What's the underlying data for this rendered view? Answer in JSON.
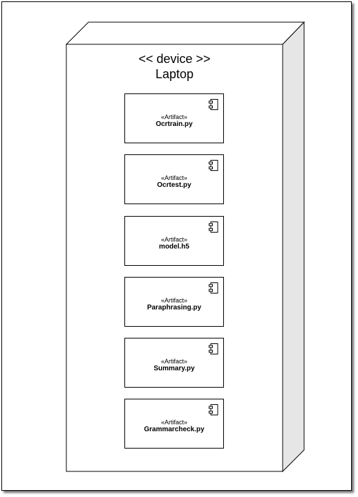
{
  "node": {
    "stereotype": "<< device >>",
    "name": "Laptop"
  },
  "artifacts": [
    {
      "keyword": "«Artifact»",
      "name": "Ocrtrain.py",
      "icon": "component-icon"
    },
    {
      "keyword": "«Artifact»",
      "name": "Ocrtest.py",
      "icon": "component-icon"
    },
    {
      "keyword": "«Artifact»",
      "name": "model.h5",
      "icon": "component-icon"
    },
    {
      "keyword": "«Artifact»",
      "name": "Paraphrasing.py",
      "icon": "component-icon"
    },
    {
      "keyword": "«Artifact»",
      "name": "Summary.py",
      "icon": "component-icon"
    },
    {
      "keyword": "«Artifact»",
      "name": "Grammarcheck.py",
      "icon": "component-icon"
    }
  ],
  "colors": {
    "side_face": "#e6e6e6",
    "stroke": "#000000",
    "fill": "#ffffff"
  }
}
